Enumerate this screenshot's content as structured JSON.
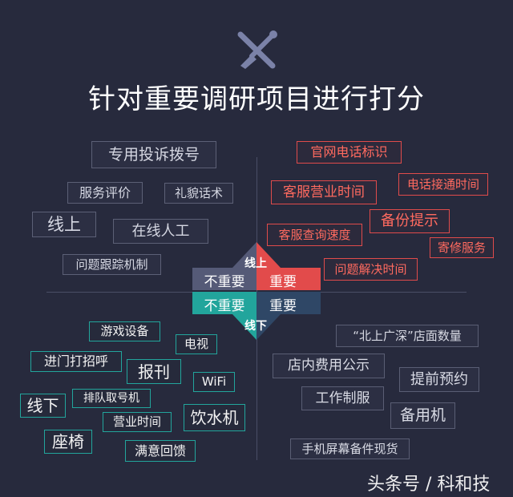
{
  "title": "针对重要调研项目进行打分",
  "watermark": "头条号 / 科和技",
  "icon": "tools-icon",
  "colors": {
    "background": "#272a3d",
    "important_red": "#e24b4b",
    "unimportant_grey": "#555a77",
    "teal": "#22a59c",
    "navy": "#2f4766"
  },
  "center": {
    "online_label": "线上",
    "offline_label": "线下",
    "online_unimportant": "不重要",
    "online_important": "重要",
    "offline_unimportant": "不重要",
    "offline_important": "重要"
  },
  "online_unimportant": {
    "items": [
      "专用投诉拨号",
      "服务评价",
      "礼貌话术",
      "线上",
      "在线人工",
      "问题跟踪机制"
    ]
  },
  "online_important": {
    "items": [
      "官网电话标识",
      "客服营业时间",
      "电话接通时间",
      "备份提示",
      "客服查询速度",
      "寄修服务",
      "问题解决时间"
    ]
  },
  "offline_unimportant": {
    "items": [
      "游戏设备",
      "电视",
      "进门打招呼",
      "报刊",
      "WiFi",
      "排队取号机",
      "线下",
      "饮水机",
      "营业时间",
      "座椅",
      "满意回馈"
    ]
  },
  "offline_important": {
    "items": [
      "“北上广深”店面数量",
      "店内费用公示",
      "提前预约",
      "工作制服",
      "备用机",
      "手机屏幕备件现货"
    ]
  }
}
